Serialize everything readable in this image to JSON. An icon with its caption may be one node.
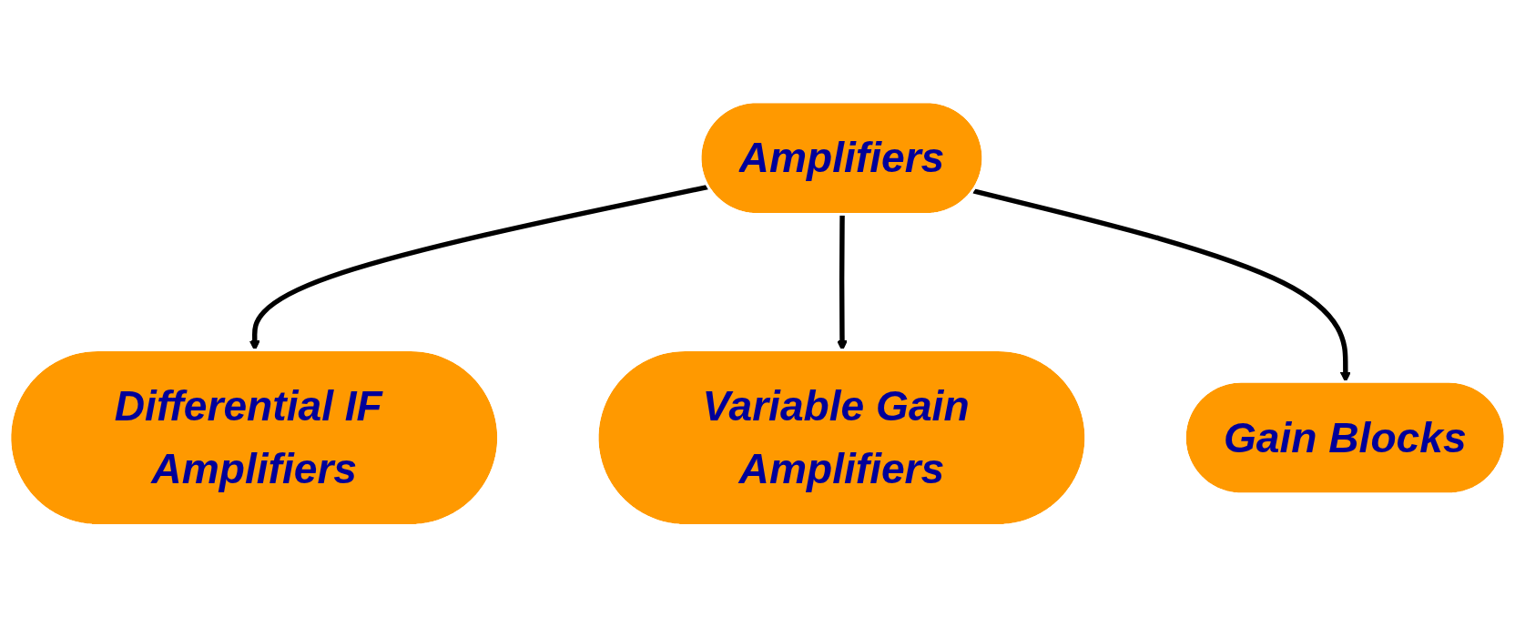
{
  "diagram": {
    "nodes": [
      {
        "text": [
          "Amplifiers"
        ]
      },
      {
        "text": [
          "Differential IF Amplifiers"
        ]
      },
      {
        "text": [
          "Variable Gain Amplifiers"
        ]
      },
      {
        "text": [
          "Gain Blocks"
        ]
      }
    ],
    "edges": [
      {
        "from": 0,
        "to": 1,
        "arrow": "to"
      },
      {
        "from": 0,
        "to": 2,
        "arrow": "to"
      },
      {
        "from": 0,
        "to": 3,
        "arrow": "to"
      }
    ]
  }
}
